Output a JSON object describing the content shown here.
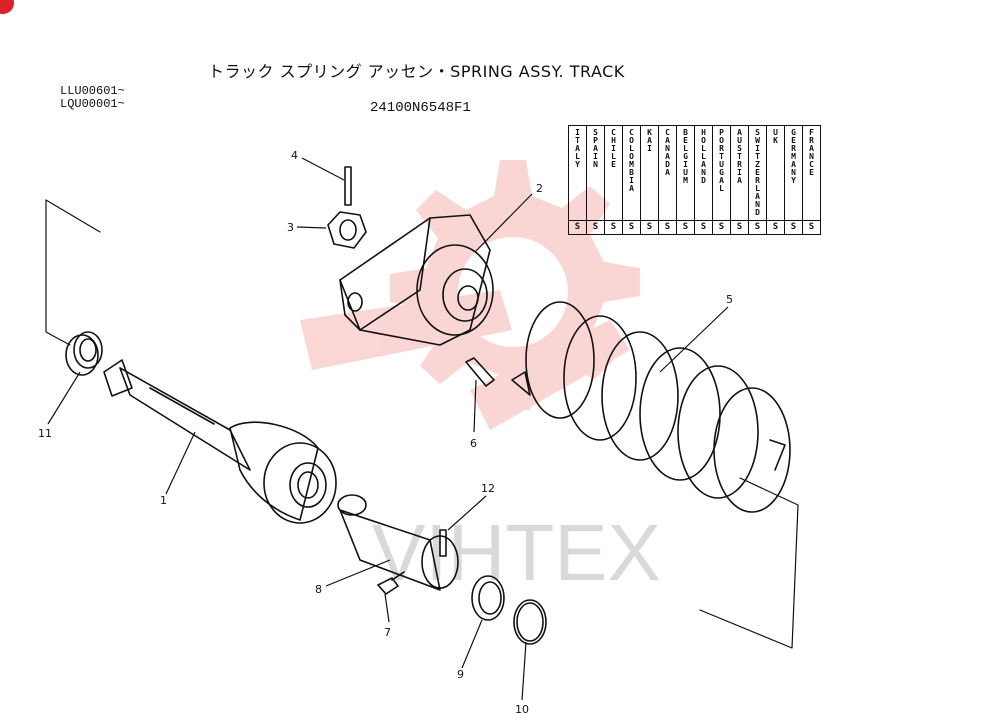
{
  "title": "トラック スプリング アッセン・SPRING ASSY. TRACK",
  "serials": [
    "LLU00601~",
    "LQU00001~"
  ],
  "part_number": "24100N6548F1",
  "countries": [
    "ITALY",
    "SPAIN",
    "CHILE",
    "COLOMBIA",
    "KAI",
    "CANADA",
    "BELGIUM",
    "HOLLAND",
    "PORTUGAL",
    "AUSTRIA",
    "SWITZERLAND",
    "UK",
    "GERMANY",
    "FRANCE"
  ],
  "country_values": [
    "S",
    "S",
    "S",
    "S",
    "S",
    "S",
    "S",
    "S",
    "S",
    "S",
    "S",
    "S",
    "S",
    "S"
  ],
  "watermark_text": "VIHTEX",
  "colors": {
    "watermark": "#e8463c",
    "ink": "#111111",
    "corner_badge": "#d9222a"
  },
  "callouts": [
    "1",
    "2",
    "3",
    "4",
    "5",
    "6",
    "7",
    "8",
    "9",
    "10",
    "11",
    "12"
  ]
}
